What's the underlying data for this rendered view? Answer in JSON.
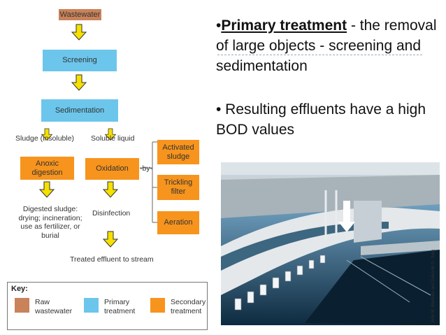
{
  "flow": {
    "wastewater": "Wastewater",
    "screening": "Screening",
    "sedimentation": "Sedimentation",
    "sludge_insoluble": "Sludge (insoluble)",
    "soluble_liquid": "Soluble liquid",
    "anoxic_digestion": "Anoxic digestion",
    "oxidation": "Oxidation",
    "by": "-by-",
    "activated_sludge": "Activated sludge",
    "trickling_filter": "Trickling filter",
    "aeration": "Aeration",
    "digested_sludge": "Digested sludge: drying; incineration; use as fertilizer, or burial",
    "disinfection": "Disinfection",
    "treated_effluent": "Treated effluent to stream"
  },
  "key": {
    "title": "Key:",
    "raw": "Raw wastewater",
    "primary": "Primary treatment",
    "secondary": "Secondary treatment"
  },
  "text": {
    "bullet1_mark": "•",
    "bullet1_head": "Primary treatment",
    "bullet1_rest": " - the removal of large objects - screening and sedimentation",
    "bullet2": "• Resulting effluents have a high BOD values"
  },
  "photo_credit": "John M. Martinko and Deborah O. Jung",
  "colors": {
    "raw": "#c9825a",
    "primary": "#6cc6ec",
    "secondary": "#f7941d",
    "arrow": "#f5e000"
  }
}
